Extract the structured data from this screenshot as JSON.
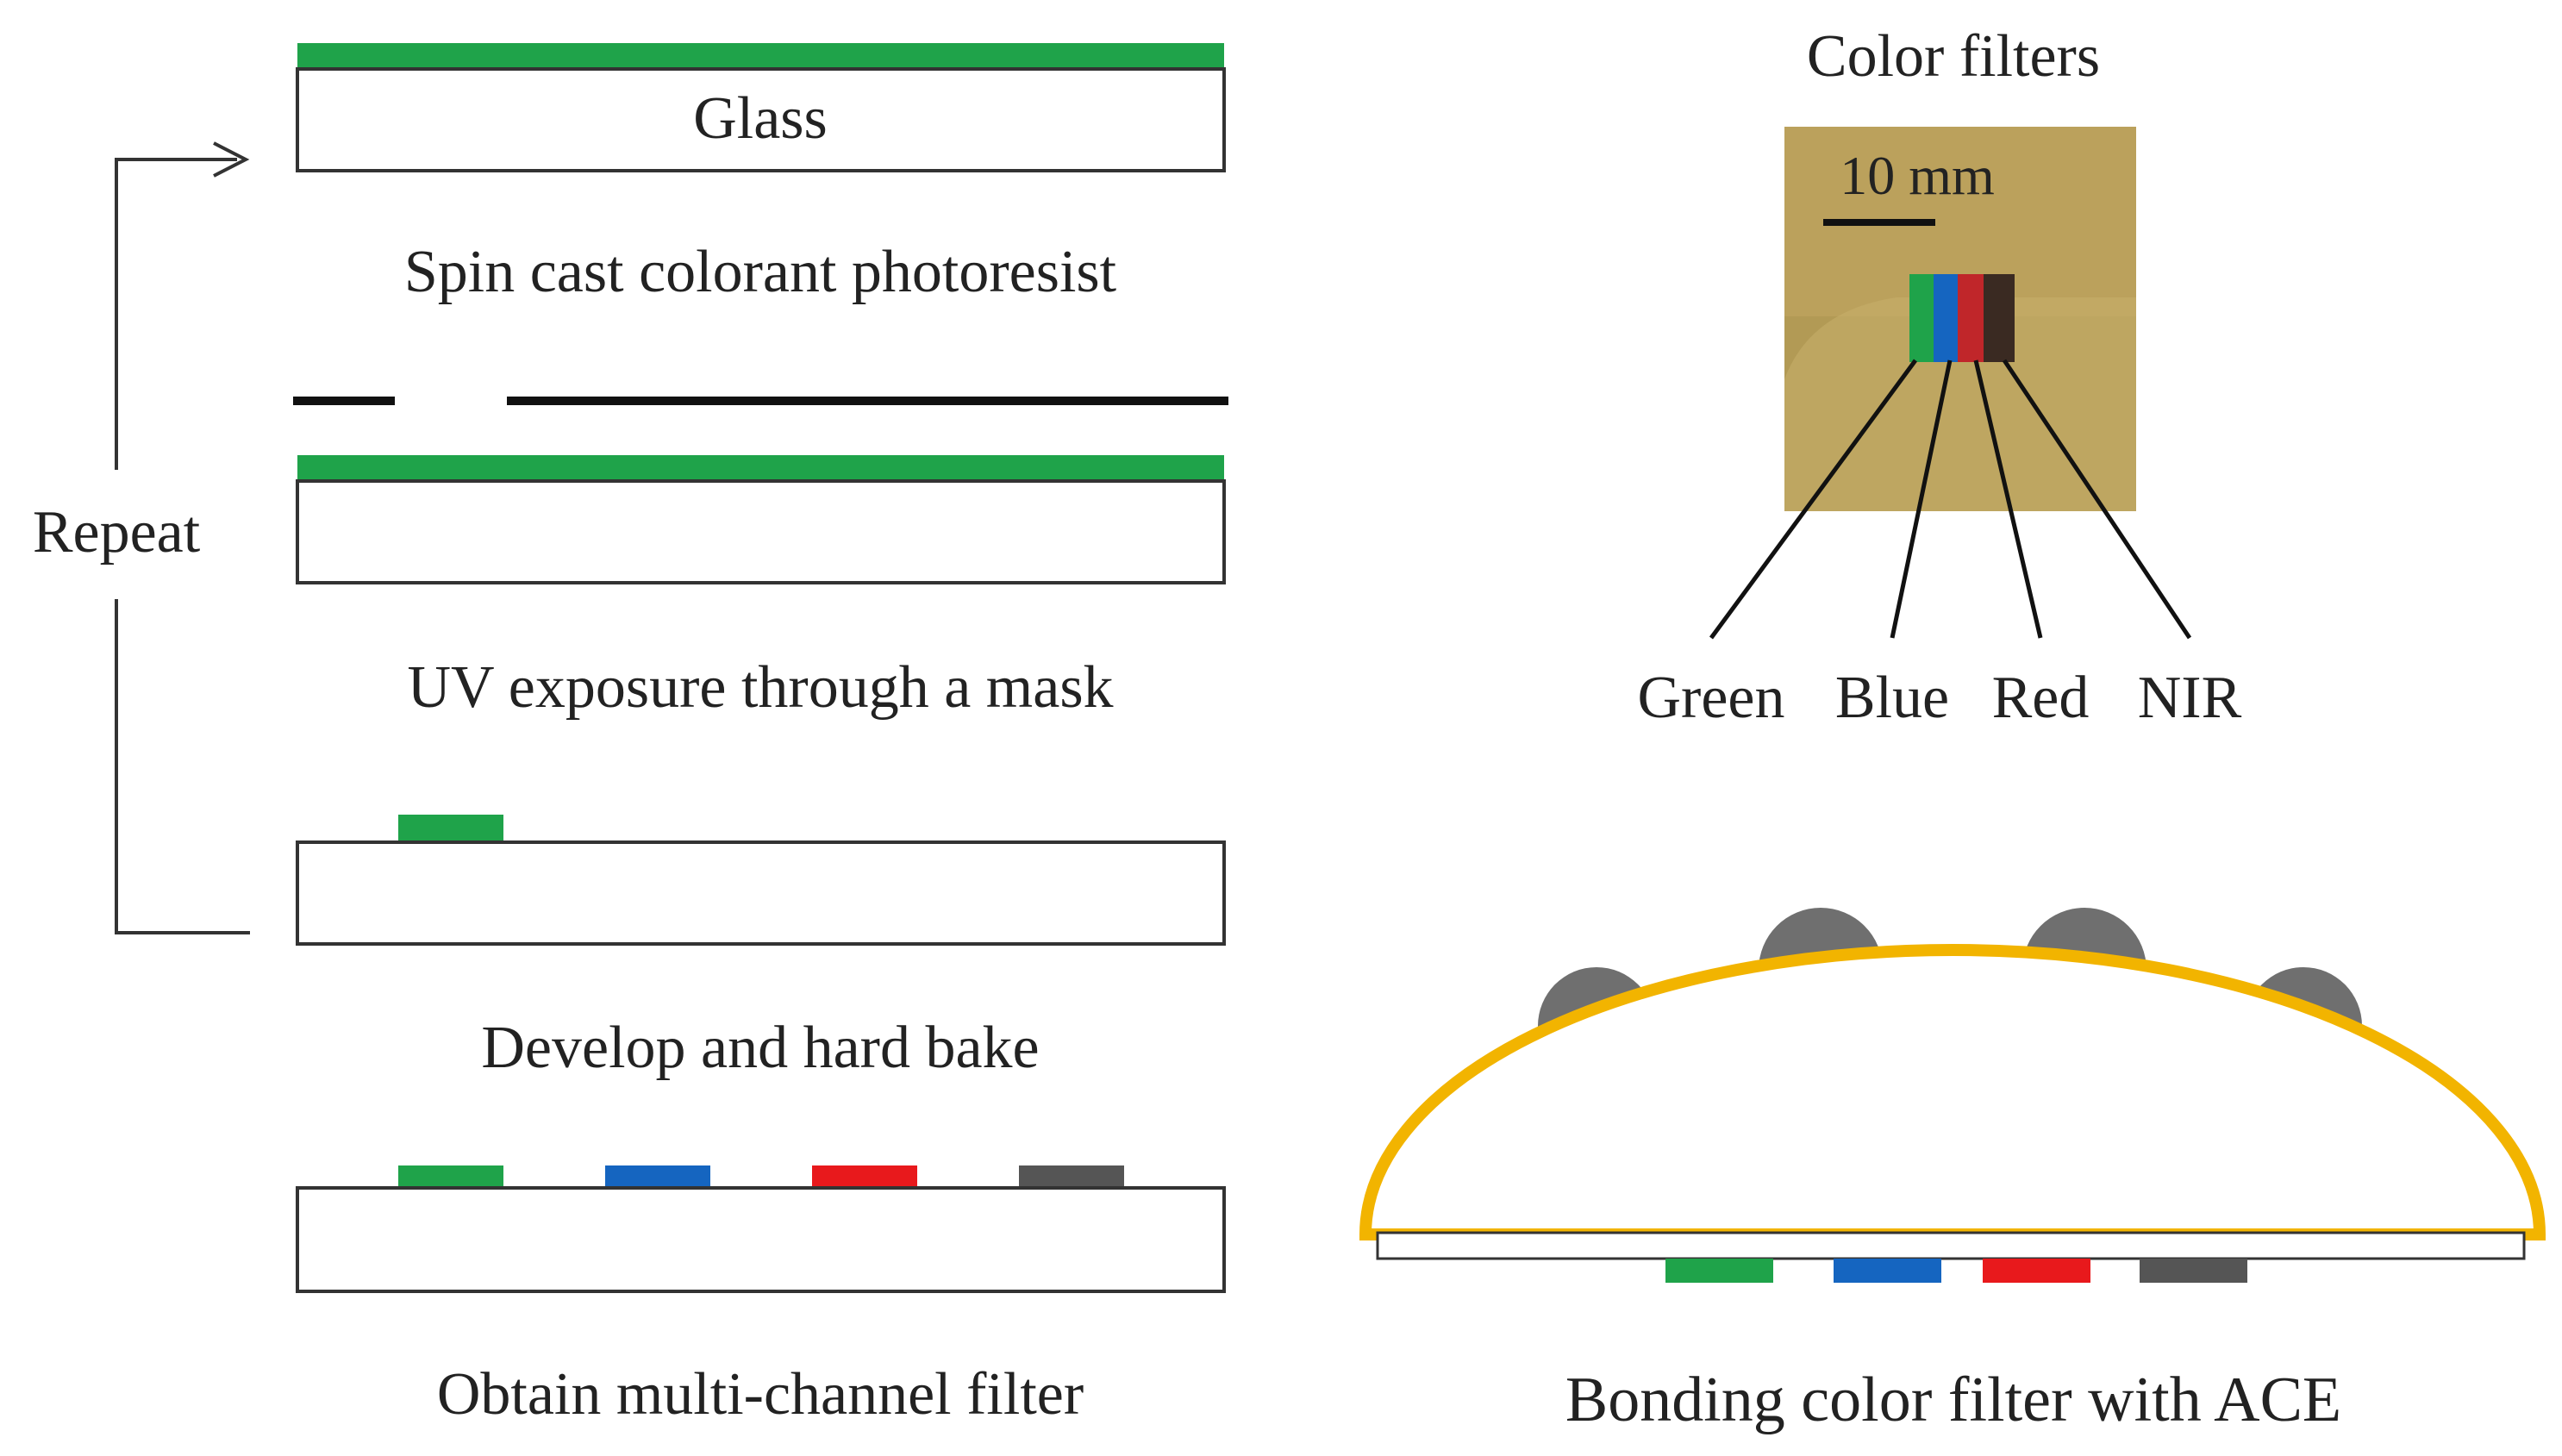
{
  "colors": {
    "green": "#1fa34a",
    "blue": "#1565c0",
    "red": "#e8191c",
    "gray": "#555555",
    "lens": "#6f6f6f",
    "ace_edge": "#f2b400",
    "outline": "#333333",
    "photo_bg": "#b29a55"
  },
  "left_panel": {
    "glass_label": "Glass",
    "step1": "Spin cast colorant photoresist",
    "step2": "UV exposure through a mask",
    "step3": "Develop and hard bake",
    "step4": "Obtain multi-channel filter",
    "repeat_label": "Repeat"
  },
  "photo_panel": {
    "title": "Color filters",
    "scale_bar": "10 mm",
    "channels": [
      "Green",
      "Blue",
      "Red",
      "NIR"
    ]
  },
  "ace_panel": {
    "caption": "Bonding color filter with ACE"
  }
}
